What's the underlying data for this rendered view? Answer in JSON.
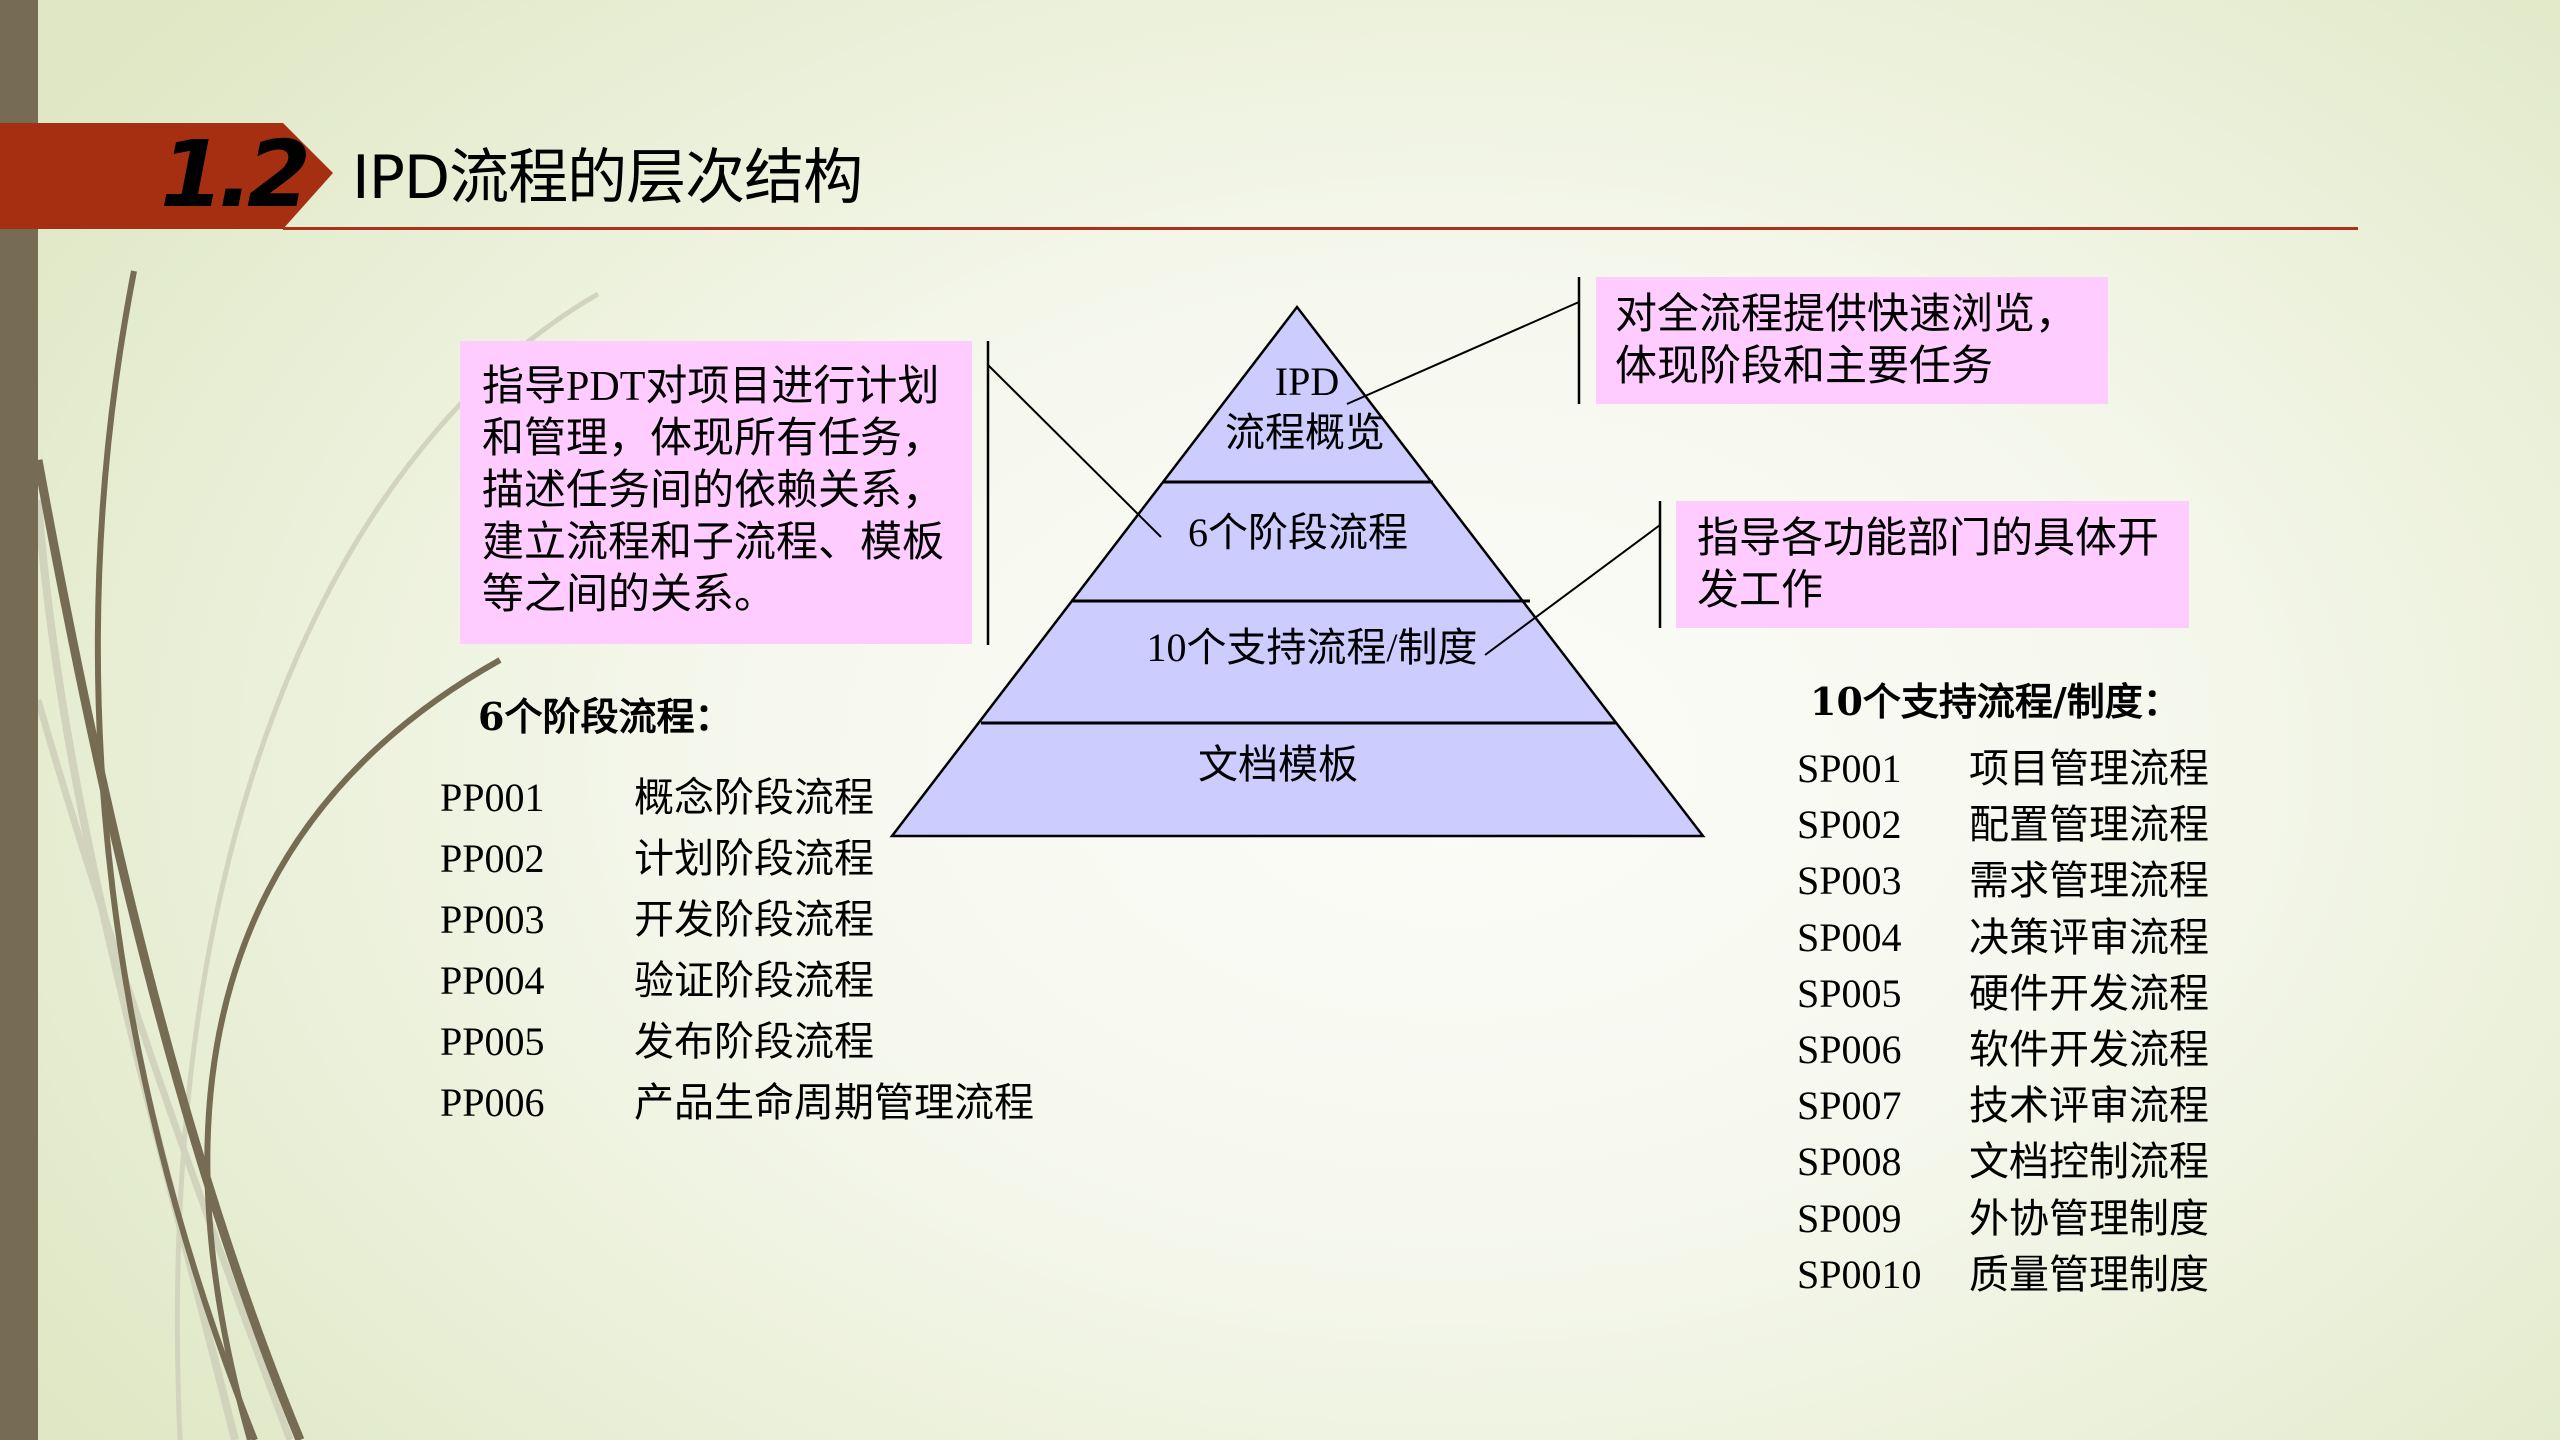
{
  "header": {
    "section_number": "1.2",
    "title": "IPD流程的层次结构",
    "band_color": "#a52f10",
    "rule_color": "#a8321a"
  },
  "colors": {
    "sidebar_bar": "#756c53",
    "pyramid_fill": "#ccccff",
    "callout_fill": "#ffccff"
  },
  "pyramid": {
    "tiers": [
      {
        "label_line1": "IPD",
        "label_line2": "流程概览"
      },
      {
        "label": "6个阶段流程"
      },
      {
        "label": "10个支持流程/制度"
      },
      {
        "label": "文档模板"
      }
    ]
  },
  "callouts": {
    "left": "指导PDT对项目进行计划\n和管理，体现所有任务，\n描述任务间的依赖关系，\n建立流程和子流程、模板\n等之间的关系。",
    "top_right": "对全流程提供快速浏览，\n体现阶段和主要任务",
    "mid_right": "指导各功能部门的具体开\n发工作"
  },
  "phase_processes": {
    "heading": "6个阶段流程：",
    "items": [
      {
        "code": "PP001",
        "name": "概念阶段流程"
      },
      {
        "code": "PP002",
        "name": "计划阶段流程"
      },
      {
        "code": "PP003",
        "name": "开发阶段流程"
      },
      {
        "code": "PP004",
        "name": "验证阶段流程"
      },
      {
        "code": "PP005",
        "name": "发布阶段流程"
      },
      {
        "code": "PP006",
        "name": "产品生命周期管理流程"
      }
    ]
  },
  "support_processes": {
    "heading": "10个支持流程/制度：",
    "items": [
      {
        "code": "SP001",
        "name": "项目管理流程"
      },
      {
        "code": "SP002",
        "name": "配置管理流程"
      },
      {
        "code": "SP003",
        "name": "需求管理流程"
      },
      {
        "code": "SP004",
        "name": "决策评审流程"
      },
      {
        "code": "SP005",
        "name": "硬件开发流程"
      },
      {
        "code": "SP006",
        "name": "软件开发流程"
      },
      {
        "code": "SP007",
        "name": "技术评审流程"
      },
      {
        "code": "SP008",
        "name": "文档控制流程"
      },
      {
        "code": "SP009",
        "name": "外协管理制度"
      },
      {
        "code": "SP0010",
        "name": "质量管理制度"
      }
    ]
  }
}
